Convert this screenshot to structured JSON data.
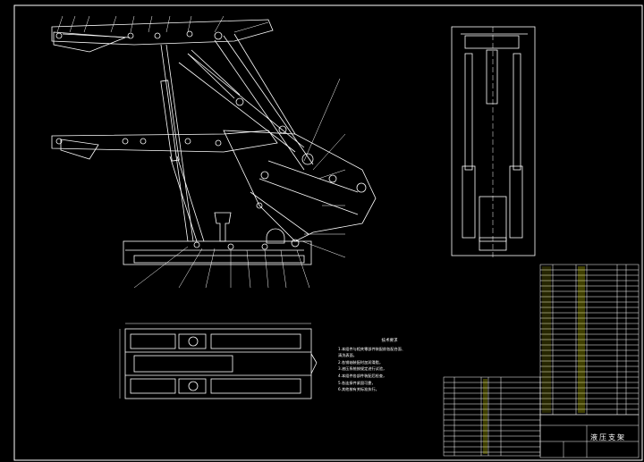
{
  "drawing": {
    "notes_title": "技术要求",
    "notes": [
      "1.本组件与相关零部件装配前各配合面、",
      "清洗表面，",
      "2.各销轴装配时加润滑脂，",
      "3.液压系统按规定进行试验，",
      "4.本组件各部件装配后检查，",
      "5.各连接件紧固可靠，",
      "6.其他按有关标准执行。"
    ],
    "title_block": {
      "name": "液压支架"
    }
  },
  "colors": {
    "background": "#000000",
    "line": "#ffffff",
    "frame": "#ffffff",
    "table_fill": "#ffff00",
    "accent": "#00ffff"
  }
}
